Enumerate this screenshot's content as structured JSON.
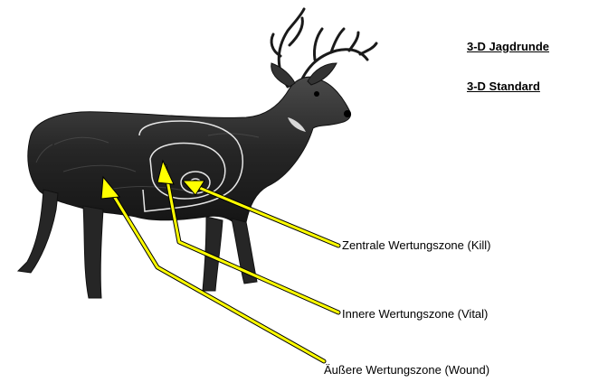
{
  "headings": [
    {
      "text": "3-D Jagdrunde"
    },
    {
      "text": "3-D Standard"
    }
  ],
  "zones": [
    {
      "label": "Zentrale Wertungszone (Kill)"
    },
    {
      "label": "Innere Wertungszone (Vital)"
    },
    {
      "label": "Äußere Wertungszone (Wound)"
    }
  ],
  "colors": {
    "arrow": "#ffff00",
    "arrow_outline": "#000000",
    "deer_body": "#2b2b2b",
    "zone_lines": "#e0e0e0"
  },
  "icons": [
    "deer-target-figure"
  ]
}
